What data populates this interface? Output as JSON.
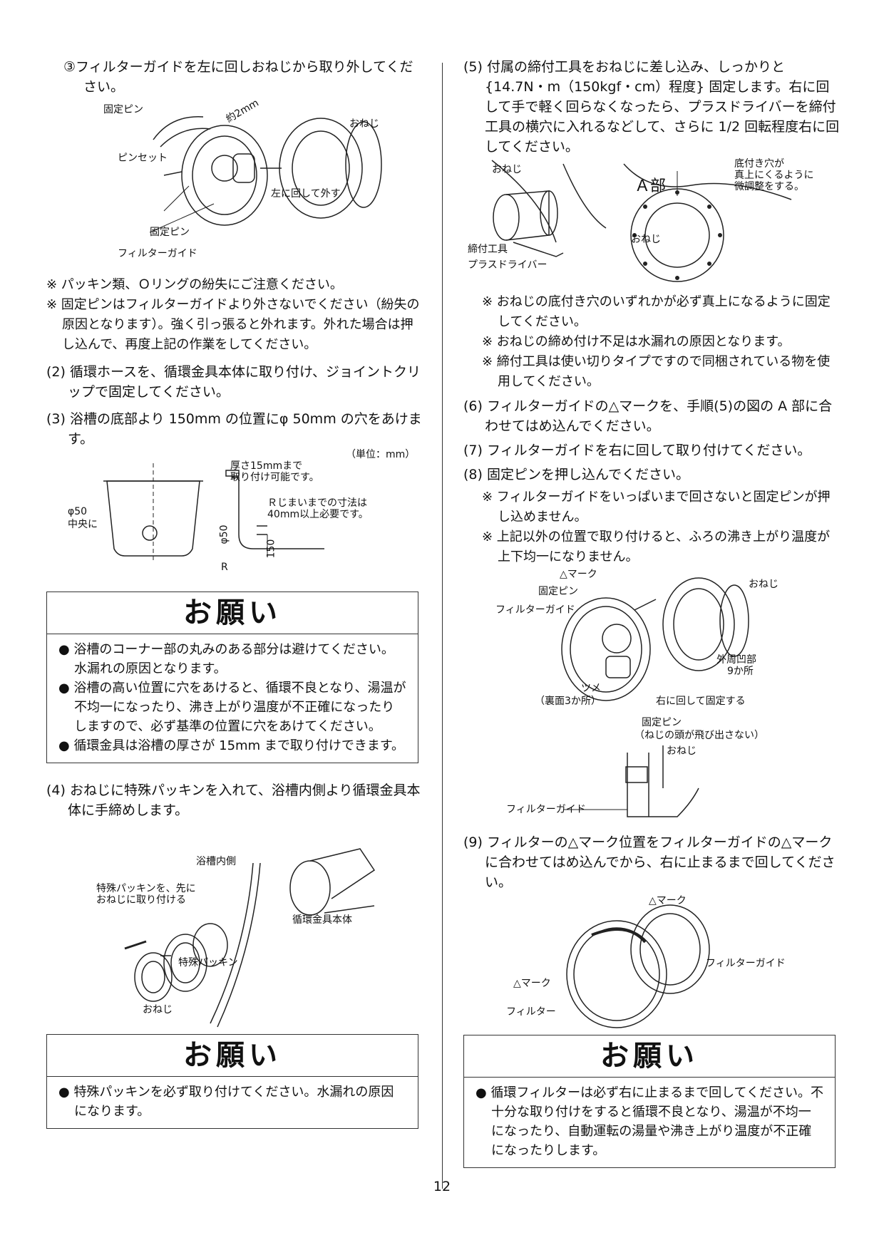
{
  "page_number": "12",
  "left": {
    "step3_sub": "③フィルターガイドを左に回しおねじから取り外してください。",
    "fig1": {
      "fixed_pin_top": "固定ピン",
      "approx": "約2mm",
      "tweezers": "ピンセット",
      "male_screw": "おねじ",
      "turn_left": "左に回して外す",
      "fixed_pin_bottom": "固定ピン",
      "filter_guide": "フィルターガイド"
    },
    "note1": "※ パッキン類、Ｏリングの紛失にご注意ください。",
    "note2": "※ 固定ピンはフィルターガイドより外さないでください（紛失の原因となります）。強く引っ張ると外れます。外れた場合は押し込んで、再度上記の作業をしてください。",
    "step2": "(2) 循環ホースを、循環金具本体に取り付け、ジョイントクリップで固定してください。",
    "step3": "(3) 浴槽の底部より 150mm の位置にφ 50mm の穴をあけます。",
    "unit": "（単位：mm）",
    "fig2": {
      "thickness": "厚さ15mmまで取り付け可能です。",
      "thickness_a": "厚さ15mmまで",
      "thickness_b": "取り付け可能です。",
      "phi50": "φ50",
      "center": "中央に",
      "r_a": "Ｒじまいまでの寸法は",
      "r_b": "40mm以上必要です。",
      "phi50_v": "φ50",
      "h150": "150",
      "r": "R"
    },
    "box1": {
      "title": "お願い",
      "items": [
        "浴槽のコーナー部の丸みのある部分は避けてください。水漏れの原因となります。",
        "浴槽の高い位置に穴をあけると、循環不良となり、湯温が不均一になったり、沸き上がり温度が不正確になったりしますので、必ず基準の位置に穴をあけてください。",
        "循環金具は浴槽の厚さが 15mm まで取り付けできます。"
      ]
    },
    "step4": "(4) おねじに特殊パッキンを入れて、浴槽内側より循環金具本体に手締めします。",
    "fig3": {
      "inside": "浴槽内側",
      "packing_note_a": "特殊パッキンを、先に",
      "packing_note_b": "おねじに取り付ける",
      "body": "循環金具本体",
      "packing": "特殊パッキン",
      "male_screw": "おねじ"
    },
    "box2": {
      "title": "お願い",
      "items": [
        "特殊パッキンを必ず取り付けてください。水漏れの原因になります。"
      ]
    }
  },
  "right": {
    "step5": "(5) 付属の締付工具をおねじに差し込み、しっかりと {14.7N・m（150kgf・cm）程度} 固定します。右に回して手で軽く回らなくなったら、プラスドライバーを締付工具の横穴に入れるなどして、さらに 1/2 回転程度右に回してください。",
    "fig4": {
      "male_screw": "おねじ",
      "a_part": "Ａ部",
      "hole_a": "底付き穴が",
      "hole_b": "真上にくるように",
      "hole_c": "微調整をする。",
      "male_screw2": "おねじ",
      "tool": "締付工具",
      "driver": "プラスドライバー"
    },
    "note5_1": "※ おねじの底付き穴のいずれかが必ず真上になるように固定してください。",
    "note5_2": "※ おねじの締め付け不足は水漏れの原因となります。",
    "note5_3": "※ 締付工具は使い切りタイプですので同梱されている物を使用してください。",
    "step6": "(6) フィルターガイドの△マークを、手順(5)の図の A 部に合わせてはめ込んでください。",
    "step7": "(7) フィルターガイドを右に回して取り付けてください。",
    "step8": "(8) 固定ピンを押し込んでください。",
    "note8_1": "※ フィルターガイドをいっぱいまで回さないと固定ピンが押し込めません。",
    "note8_2": "※ 上記以外の位置で取り付けると、ふろの沸き上がり温度が上下均一になりません。",
    "fig5": {
      "mark": "△マーク",
      "fixed_pin": "固定ピン",
      "filter_guide": "フィルターガイド",
      "male_screw": "おねじ",
      "outer_a": "外周凹部",
      "outer_b": "9か所",
      "claw": "ツメ",
      "back": "（裏面3か所）",
      "turn_right": "右に回して固定する"
    },
    "fig6": {
      "fixed_pin": "固定ピン",
      "pin_note": "（ねじの頭が飛び出さない）",
      "male_screw": "おねじ",
      "filter_guide": "フィルターガイド"
    },
    "step9": "(9) フィルターの△マーク位置をフィルターガイドの△マークに合わせてはめ込んでから、右に止まるまで回してください。",
    "fig7": {
      "mark_top": "△マーク",
      "filter_guide": "フィルターガイド",
      "mark_left": "△マーク",
      "filter": "フィルター"
    },
    "box3": {
      "title": "お願い",
      "items": [
        "循環フィルターは必ず右に止まるまで回してください。不十分な取り付けをすると循環不良となり、湯温が不均一になったり、自動運転の湯量や沸き上がり温度が不正確になったりします。"
      ]
    }
  }
}
